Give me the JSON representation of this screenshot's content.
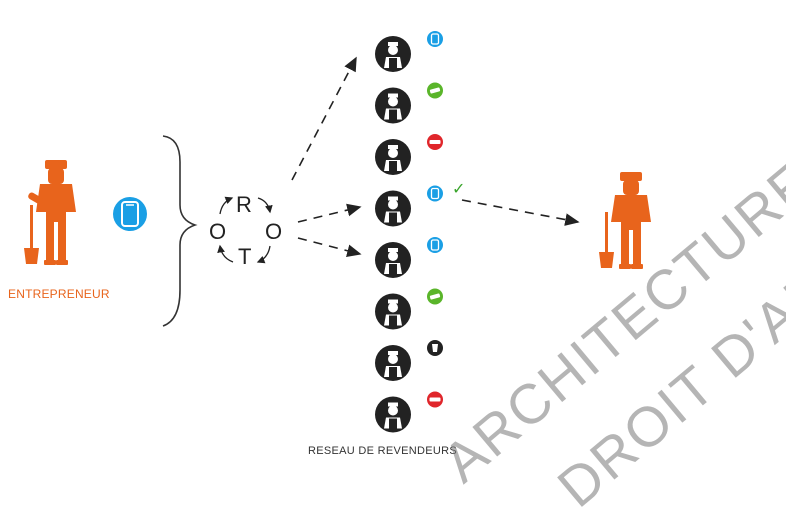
{
  "diagram": {
    "entrepreneur_label": "ENTREPRENEUR",
    "network_label": "RESEAU DE REVENDEURS",
    "cycle_letters": {
      "top": "R",
      "left": "O",
      "right": "O",
      "bottom": "T"
    },
    "check_mark": "✓",
    "watermark_lines": [
      "ARCHITECTURE DE TO",
      "DROIT D'AUTEUR"
    ],
    "colors": {
      "accent": "#e8641c",
      "phone": "#1a9fe5",
      "green": "#5ab52a",
      "red": "#e0262b",
      "dark": "#222222"
    },
    "resellers": [
      {
        "icon": "phone-icon"
      },
      {
        "icon": "ticket-green-icon"
      },
      {
        "icon": "ticket-red-icon"
      },
      {
        "icon": "phone-icon",
        "selected": true
      },
      {
        "icon": "phone-icon"
      },
      {
        "icon": "ticket-green-icon"
      },
      {
        "icon": "drink-icon"
      },
      {
        "icon": "ticket-red-icon"
      }
    ]
  }
}
